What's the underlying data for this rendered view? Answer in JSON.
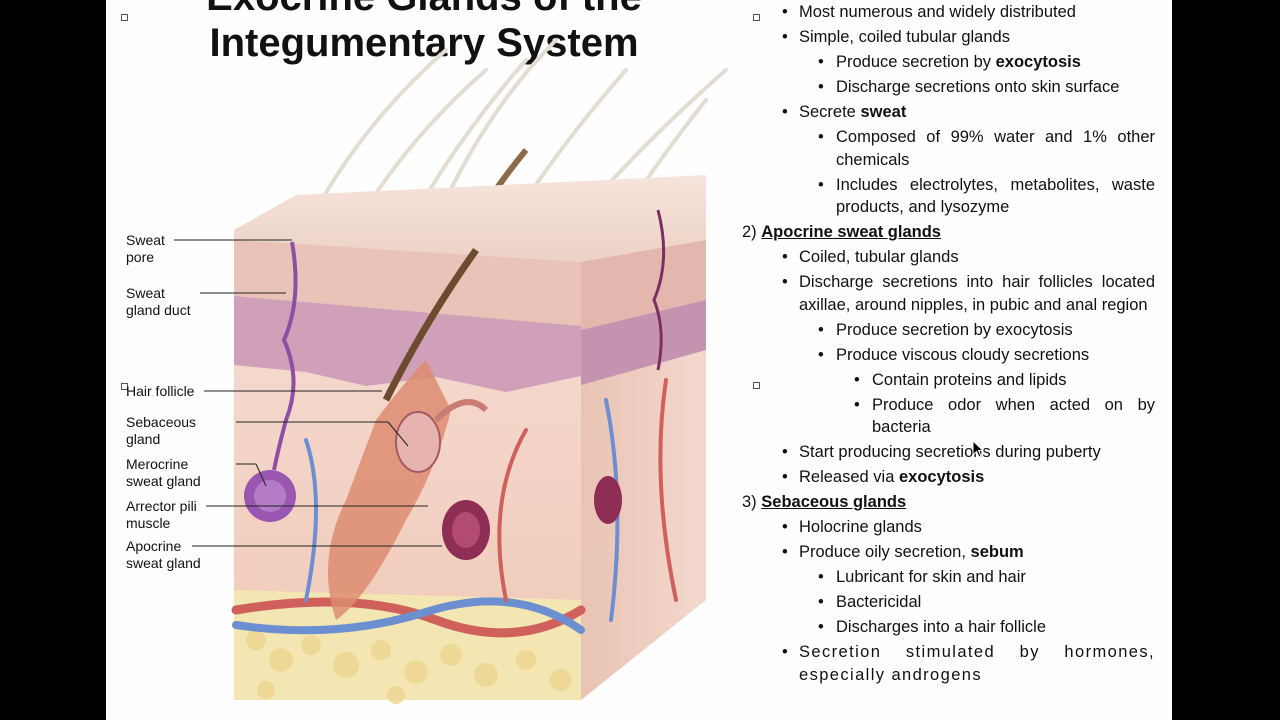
{
  "slide": {
    "title_line1": "Exocrine Glands of the",
    "title_line2": "Integumentary System"
  },
  "labels": {
    "sweat_pore": [
      "Sweat",
      "pore"
    ],
    "sweat_gland_duct": [
      "Sweat",
      "gland duct"
    ],
    "hair_follicle": "Hair follicle",
    "sebaceous_gland": [
      "Sebaceous",
      "gland"
    ],
    "merocrine_sweat_gland": [
      "Merocrine",
      "sweat gland"
    ],
    "arrector_pili_muscle": [
      "Arrector pili",
      "muscle"
    ],
    "apocrine_sweat_gland": [
      "Apocrine",
      "sweat gland"
    ]
  },
  "notes": {
    "bullet": "•",
    "merocrine": {
      "l1": "Most numerous and widely distributed",
      "l2": "Simple, coiled tubular glands",
      "l3a": "Produce secretion by ",
      "l3b": "exocytosis",
      "l4": "Discharge secretions onto skin surface",
      "l5a": "Secrete ",
      "l5b": "sweat",
      "l6": "Composed of 99% water and 1% other chemicals",
      "l7": "Includes electrolytes, metabolites, waste products, and lysozyme"
    },
    "apocrine": {
      "num": "2) ",
      "head": "Apocrine sweat glands",
      "l1": "Coiled, tubular glands",
      "l2": "Discharge secretions into hair follicles located axillae, around nipples, in pubic and anal region",
      "l3": "Produce secretion by exocytosis",
      "l4": "Produce viscous cloudy secretions",
      "l5": "Contain proteins and lipids",
      "l6": "Produce odor when acted on by bacteria",
      "l7": "Start producing secretions during puberty",
      "l8a": "Released via ",
      "l8b": "exocytosis"
    },
    "sebaceous": {
      "num": "3) ",
      "head": "Sebaceous glands",
      "l1": "Holocrine glands",
      "l2a": "Produce oily secretion, ",
      "l2b": "sebum",
      "l3": "Lubricant for skin and hair",
      "l4": "Bactericidal",
      "l5": "Discharges into a hair follicle",
      "l6": "Secretion stimulated by hormones, especially androgens"
    }
  }
}
